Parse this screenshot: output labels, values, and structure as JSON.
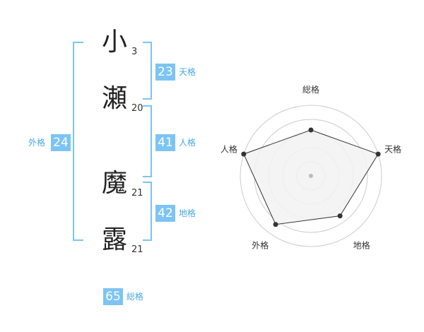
{
  "name": {
    "chars": [
      {
        "char": "小",
        "strokes": "3"
      },
      {
        "char": "瀬",
        "strokes": "20"
      },
      {
        "char": "魔",
        "strokes": "21"
      },
      {
        "char": "露",
        "strokes": "21"
      }
    ]
  },
  "fortune": {
    "tenkaku": {
      "value": "23",
      "label": "天格"
    },
    "jinkaku": {
      "value": "41",
      "label": "人格"
    },
    "chikaku": {
      "value": "42",
      "label": "地格"
    },
    "gaikaku": {
      "value": "24",
      "label": "外格"
    },
    "soukaku": {
      "value": "65",
      "label": "総格"
    }
  },
  "colors": {
    "accent": "#7cc4f4",
    "accent_text": "#4aa8e6",
    "radar_fill": "#f2f2f2",
    "radar_stroke": "#333333",
    "grid": "#cccccc"
  },
  "chart_data": {
    "type": "radar",
    "axes": [
      "総格",
      "天格",
      "地格",
      "外格",
      "人格"
    ],
    "values": [
      0.65,
      1.0,
      0.7,
      0.85,
      1.0
    ],
    "range": [
      0,
      1
    ],
    "grid_rings": 5
  }
}
